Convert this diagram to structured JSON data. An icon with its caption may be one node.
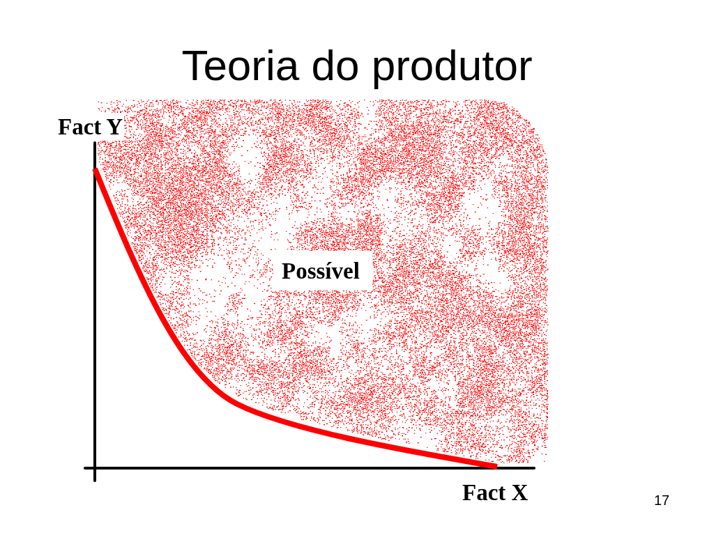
{
  "diagram": {
    "title": "Teoria do produtor",
    "labels": [
      "Fact Y",
      "Possível",
      "Fact X",
      "17"
    ]
  }
}
